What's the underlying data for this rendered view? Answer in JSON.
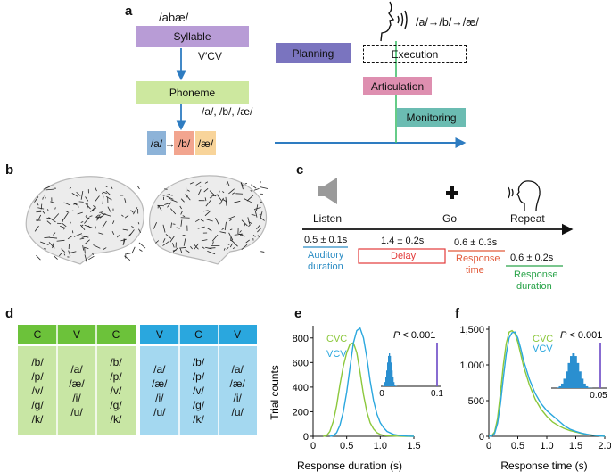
{
  "panel_a": {
    "letter": "a",
    "syllable_example": "/abæ/",
    "syllable_box": "Syllable",
    "structure_label": "V′CV",
    "phoneme_box": "Phoneme",
    "phoneme_list": "/a/, /b/, /æ/",
    "sequence": [
      "/a/",
      "→",
      "/b/",
      "→",
      "/æ/"
    ],
    "speech_sequence": "/a/→/b/→/æ/",
    "stages": {
      "planning": "Planning",
      "execution": "Execution",
      "articulation": "Articulation",
      "monitoring": "Monitoring"
    },
    "colors": {
      "syllable": "#b89cd6",
      "phoneme": "#cde89f",
      "seg1": "#8db3d8",
      "seg2": "#f2a58f",
      "seg3": "#f8d49a",
      "planning": "#7a74bf",
      "articulation": "#de8fb0",
      "monitoring": "#6bbcb2",
      "arrow": "#2e7cc1",
      "vline": "#3fbf6a"
    }
  },
  "panel_b": {
    "letter": "b"
  },
  "panel_c": {
    "letter": "c",
    "events": {
      "listen": "Listen",
      "go": "Go",
      "repeat": "Repeat"
    },
    "auditory": {
      "value": "0.5 ± 0.1s",
      "label_line1": "Auditory",
      "label_line2": "duration"
    },
    "delay": {
      "value": "1.4 ± 0.2s",
      "label": "Delay"
    },
    "response_time": {
      "value": "0.6 ± 0.3s",
      "label_line1": "Response",
      "label_line2": "time"
    },
    "response_duration": {
      "value": "0.6 ± 0.2s",
      "label_line1": "Response",
      "label_line2": "duration"
    },
    "colors": {
      "auditory": "#2b8cc4",
      "delay": "#e23a3a",
      "response_time": "#e25a3a",
      "response_duration": "#2aa44a"
    }
  },
  "panel_d": {
    "letter": "d",
    "cvc": {
      "headers": [
        "C",
        "V",
        "C"
      ],
      "columns": [
        "/b/\n/p/\n/v/\n/g/\n/k/",
        "/a/\n/æ/\n/i/\n/u/",
        "/b/\n/p/\n/v/\n/g/\n/k/"
      ],
      "head_color": "#6cc23a",
      "body_color": "#c8e6a4"
    },
    "vcv": {
      "headers": [
        "V",
        "C",
        "V"
      ],
      "columns": [
        "/a/\n/æ/\n/i/\n/u/",
        "/b/\n/p/\n/v/\n/g/\n/k/",
        "/a/\n/æ/\n/i/\n/u/"
      ],
      "head_color": "#2aa7de",
      "body_color": "#a4d8f0"
    }
  },
  "panel_e": {
    "letter": "e",
    "chart_data": {
      "type": "line",
      "title": "",
      "xlabel": "Response duration (s)",
      "ylabel": "Trial counts",
      "xlim": [
        0,
        1.5
      ],
      "ylim": [
        0,
        900
      ],
      "xticks": [
        "0",
        "0.5",
        "1.0",
        "1.5"
      ],
      "yticks": [
        "0",
        "200",
        "400",
        "600",
        "800"
      ],
      "series": [
        {
          "name": "CVC",
          "color": "#8cc83c",
          "x": [
            0.15,
            0.2,
            0.25,
            0.3,
            0.35,
            0.4,
            0.45,
            0.5,
            0.55,
            0.6,
            0.65,
            0.7,
            0.75,
            0.8,
            0.85,
            0.9,
            0.95,
            1.0,
            1.05,
            1.1,
            1.2,
            1.3,
            1.4,
            1.5
          ],
          "y": [
            0,
            5,
            40,
            120,
            250,
            420,
            570,
            680,
            750,
            760,
            680,
            520,
            340,
            200,
            110,
            60,
            30,
            15,
            8,
            4,
            2,
            1,
            0,
            0
          ]
        },
        {
          "name": "VCV",
          "color": "#2aa7de",
          "x": [
            0.25,
            0.3,
            0.35,
            0.4,
            0.45,
            0.5,
            0.55,
            0.6,
            0.65,
            0.7,
            0.75,
            0.8,
            0.85,
            0.9,
            0.95,
            1.0,
            1.05,
            1.1,
            1.2,
            1.3,
            1.4,
            1.5
          ],
          "y": [
            0,
            5,
            30,
            90,
            200,
            360,
            560,
            760,
            860,
            880,
            800,
            640,
            450,
            290,
            180,
            110,
            70,
            40,
            15,
            6,
            2,
            0
          ]
        }
      ],
      "inset": {
        "p_label_italic": "P",
        "p_label_rest": " < 0.001",
        "xticks": [
          "0",
          "0.1"
        ],
        "observed": 0.1,
        "line_color": "#7a5ccc",
        "hist_color": "#2a8fd0"
      }
    }
  },
  "panel_f": {
    "letter": "f",
    "chart_data": {
      "type": "line",
      "title": "",
      "xlabel": "Response time (s)",
      "ylabel": "",
      "xlim": [
        0,
        2.0
      ],
      "ylim": [
        0,
        1550
      ],
      "xticks": [
        "0",
        "0.5",
        "1.0",
        "1.5",
        "2.0"
      ],
      "yticks": [
        "0",
        "500",
        "1,000",
        "1,500"
      ],
      "series": [
        {
          "name": "CVC",
          "color": "#8cc83c",
          "x": [
            0,
            0.05,
            0.1,
            0.15,
            0.2,
            0.25,
            0.3,
            0.35,
            0.4,
            0.45,
            0.5,
            0.55,
            0.6,
            0.7,
            0.8,
            0.9,
            1.0,
            1.1,
            1.2,
            1.3,
            1.4,
            1.5,
            1.6,
            1.7,
            1.8,
            1.9,
            2.0
          ],
          "y": [
            0,
            10,
            60,
            250,
            600,
            1000,
            1300,
            1460,
            1480,
            1440,
            1320,
            1150,
            980,
            720,
            520,
            380,
            280,
            200,
            150,
            110,
            80,
            60,
            40,
            25,
            15,
            8,
            0
          ]
        },
        {
          "name": "VCV",
          "color": "#2aa7de",
          "x": [
            0,
            0.05,
            0.1,
            0.15,
            0.2,
            0.25,
            0.3,
            0.35,
            0.4,
            0.45,
            0.5,
            0.55,
            0.6,
            0.7,
            0.8,
            0.9,
            1.0,
            1.1,
            1.2,
            1.3,
            1.4,
            1.5,
            1.6,
            1.7,
            1.8,
            1.9,
            2.0
          ],
          "y": [
            0,
            5,
            40,
            180,
            450,
            820,
            1150,
            1380,
            1450,
            1460,
            1380,
            1230,
            1060,
            800,
            600,
            460,
            360,
            290,
            220,
            150,
            100,
            70,
            45,
            28,
            15,
            8,
            0
          ]
        }
      ],
      "inset": {
        "p_label_italic": "P",
        "p_label_rest": " < 0.001",
        "xticks": [
          "0.05"
        ],
        "observed": 0.05,
        "line_color": "#7a5ccc",
        "hist_color": "#2a8fd0"
      }
    }
  }
}
